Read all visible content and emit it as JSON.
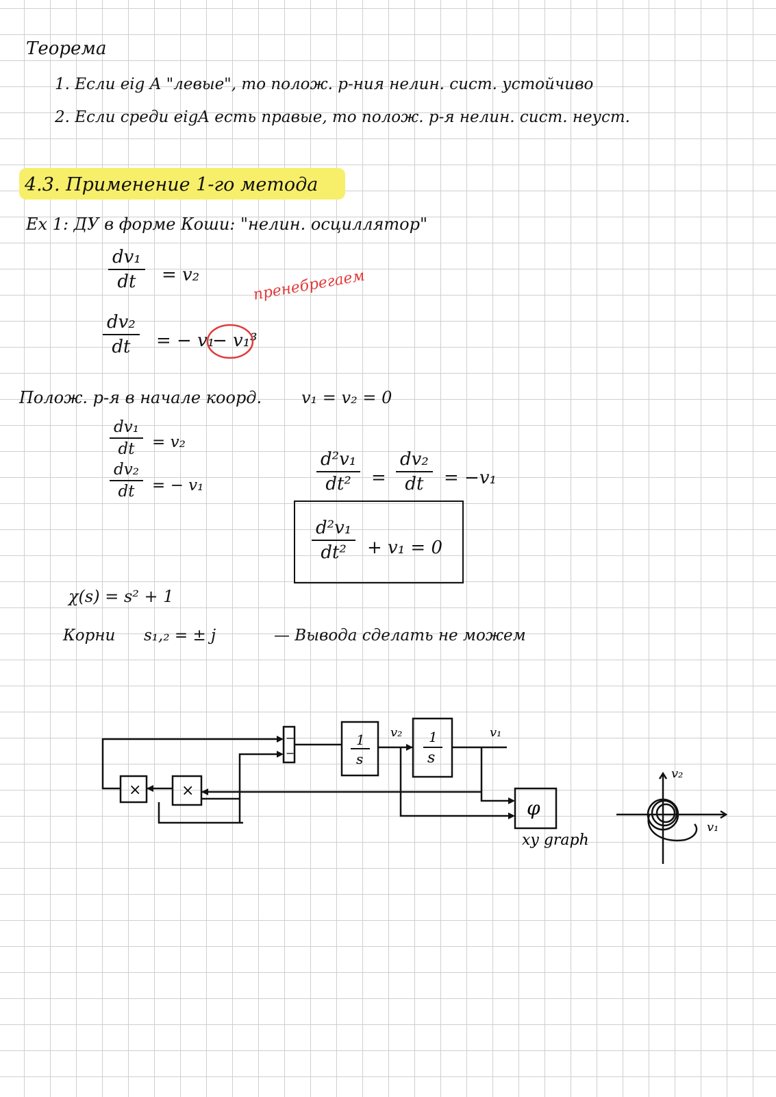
{
  "theorem": {
    "title": "Теорема",
    "item1": "1. Если eig A \"левые\", то полож. р-ния нелин. сист. устойчиво",
    "item2": "2. Если среди eigA есть правые, то полож. р-я нелин. сист. неуст."
  },
  "section": {
    "heading": "4.3. Применение 1-го метода",
    "highlight_color": "#f7ef6a"
  },
  "example": {
    "intro": "Ex 1: ДУ в форме Коши: \"нелин. осциллятор\"",
    "eq1_num": "dv₁",
    "eq1_den": "dt",
    "eq1_rhs": "= v₂",
    "eq2_num": "dv₂",
    "eq2_den": "dt",
    "eq2_rhs": "= − v₁",
    "eq2_cubic": "− v₁³",
    "neglect_note": "пренебрегаем",
    "note_color": "#e03a3a"
  },
  "equilibrium": {
    "text": "Полож. р-я в начале коорд.",
    "value": "v₁ = v₂ = 0",
    "lin1_num": "dv₁",
    "lin1_den": "dt",
    "lin1_rhs": "= v₂",
    "lin2_num": "dv₂",
    "lin2_den": "dt",
    "lin2_rhs": "= − v₁",
    "second_num": "d²v₁",
    "second_den": "dt²",
    "eq_sign": "=",
    "second_mid_num": "dv₂",
    "second_mid_den": "dt",
    "second_rhs": "= −v₁",
    "boxed_num": "d²v₁",
    "boxed_den": "dt²",
    "boxed_rhs": "+ v₁ = 0"
  },
  "characteristic": {
    "poly": "χ(s) = s² + 1",
    "roots_label": "Корни",
    "roots": "s₁,₂ = ± j",
    "conclusion": "— Вывода сделать не можем"
  },
  "diagram": {
    "sum_top": "−",
    "sum_bottom": "−",
    "mult1": "×",
    "mult2": "×",
    "int1_num": "1",
    "int1_den": "s",
    "int2_num": "1",
    "int2_den": "s",
    "signal_v2": "v₂",
    "signal_v1": "v₁",
    "scope_symbol": "φ",
    "scope_label": "xy graph"
  },
  "phase_plot": {
    "y_label": "v₂",
    "x_label": "v₁"
  }
}
